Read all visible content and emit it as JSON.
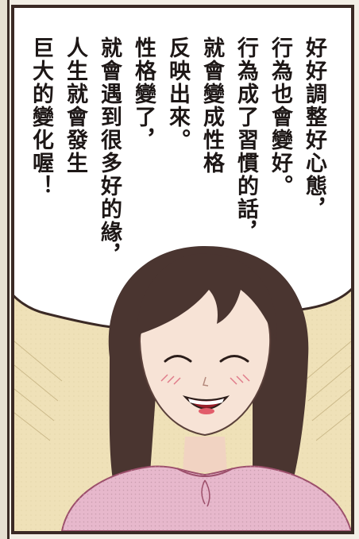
{
  "speech_bubble": {
    "lines": [
      "好好調整好心態，",
      "行為也會變好。",
      "行為成了習慣的話，",
      "就會變成性格",
      "反映出來。",
      "性格變了，",
      "就會遇到很多好的緣，",
      "人生就會發生",
      "巨大的變化喔！"
    ]
  },
  "colors": {
    "border": "#3b2a25",
    "background": "#efe1b8",
    "bubble": "#ffffff",
    "hair": "#4a3530",
    "skin": "#f7e3d6",
    "sweater": "#e7b8cc",
    "text": "#1d1716"
  }
}
